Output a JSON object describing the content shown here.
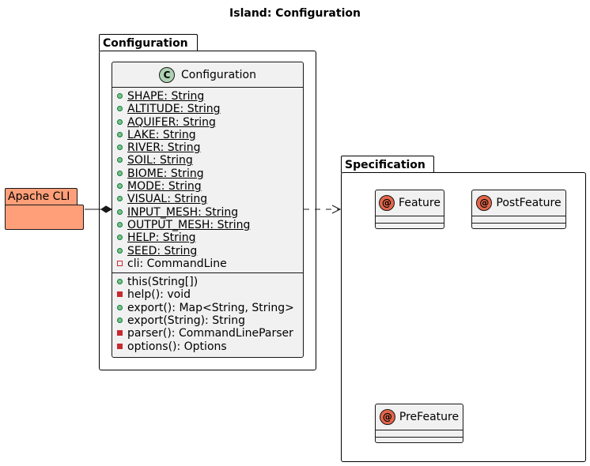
{
  "diagram": {
    "title": "Island: Configuration",
    "packages": {
      "configuration": {
        "name": "Configuration"
      },
      "specification": {
        "name": "Specification"
      },
      "apache_cli": {
        "name": "Apache CLI",
        "color": "#ff9f79"
      }
    },
    "config_class": {
      "stereotype_letter": "C",
      "name": "Configuration",
      "fields": [
        {
          "vis": "+",
          "text": "SHAPE: String",
          "static": true
        },
        {
          "vis": "+",
          "text": "ALTITUDE: String",
          "static": true
        },
        {
          "vis": "+",
          "text": "AQUIFER: String",
          "static": true
        },
        {
          "vis": "+",
          "text": "LAKE: String",
          "static": true
        },
        {
          "vis": "+",
          "text": "RIVER: String",
          "static": true
        },
        {
          "vis": "+",
          "text": "SOIL: String",
          "static": true
        },
        {
          "vis": "+",
          "text": "BIOME: String",
          "static": true
        },
        {
          "vis": "+",
          "text": "MODE: String",
          "static": true
        },
        {
          "vis": "+",
          "text": "VISUAL: String",
          "static": true
        },
        {
          "vis": "+",
          "text": "INPUT_MESH: String",
          "static": true
        },
        {
          "vis": "+",
          "text": "OUTPUT_MESH: String",
          "static": true
        },
        {
          "vis": "+",
          "text": "HELP: String",
          "static": true
        },
        {
          "vis": "+",
          "text": "SEED: String",
          "static": true
        },
        {
          "vis": "-",
          "text": "cli: CommandLine",
          "static": false
        }
      ],
      "methods": [
        {
          "vis": "+",
          "text": "this(String[])"
        },
        {
          "vis": "-",
          "text": "help(): void"
        },
        {
          "vis": "+",
          "text": "export(): Map<String, String>"
        },
        {
          "vis": "+",
          "text": "export(String): String"
        },
        {
          "vis": "-",
          "text": "parser(): CommandLineParser"
        },
        {
          "vis": "-",
          "text": "options(): Options"
        }
      ]
    },
    "annotations": [
      {
        "letter": "@",
        "name": "Feature"
      },
      {
        "letter": "@",
        "name": "PostFeature"
      },
      {
        "letter": "@",
        "name": "PreFeature"
      }
    ],
    "colors": {
      "class_bg": "#f1f1f1",
      "class_circle": "#add1b2",
      "annotation_circle": "#e3664a",
      "public": "#84be84",
      "private": "#c82930"
    }
  }
}
